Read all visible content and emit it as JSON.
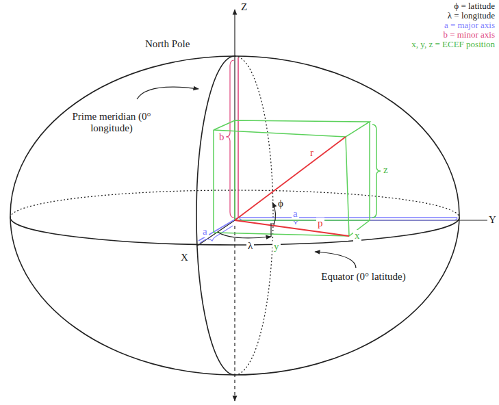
{
  "diagram": {
    "labels": [
      "Z",
      "North Pole",
      "ϕ = latitude",
      "λ = longitude",
      "a = major axis",
      "b = minor axis",
      "x, y, z = ECEF position",
      "Prime meridian (0° longitude)",
      "b",
      "r",
      "z",
      "ϕ",
      "a",
      "a",
      "p",
      "x",
      "λ",
      "y",
      "X",
      "Y",
      "Equator (0° latitude)"
    ]
  }
}
